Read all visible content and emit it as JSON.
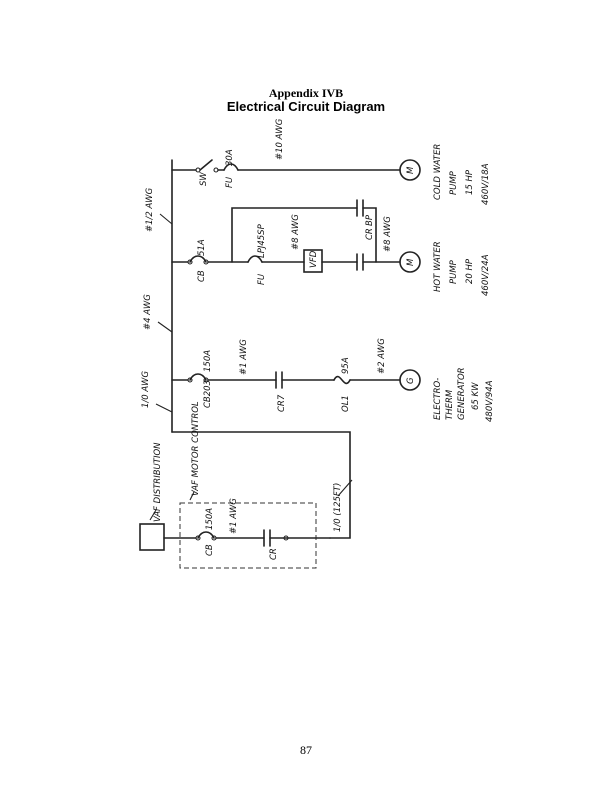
{
  "header": {
    "appendix": "Appendix IVB",
    "title": "Electrical Circuit Diagram"
  },
  "page_number": "87",
  "diagram": {
    "cold_water": {
      "sw": "SW",
      "fu": "FU",
      "fuse_rating": "30A",
      "wire": "#10 AWG",
      "motor": "M",
      "load_lines": [
        "COLD WATER",
        "PUMP",
        "15 HP",
        "460V/18A"
      ]
    },
    "hot_water": {
      "cb": "CB",
      "cb_rating": "51A",
      "fu": "FU",
      "fu_label": "LPJ45SP",
      "wire_a": "#8 AWG",
      "vfd": "VFD",
      "cr": "CR",
      "bp": "BP",
      "wire_b": "#8 AWG",
      "motor": "M",
      "load_lines": [
        "HOT WATER",
        "PUMP",
        "20 HP",
        "460V/24A"
      ]
    },
    "generator": {
      "cb": "CB203",
      "cb_rating": "150A",
      "wire_a": "#1 AWG",
      "cr": "CR7",
      "ol": "OL1",
      "ol_rating": "95A",
      "wire_b": "#2 AWG",
      "gen": "G",
      "load_lines": [
        "ELECTRO-",
        "THERM",
        "GENERATOR",
        "65 KW",
        "480V/94A"
      ]
    },
    "bus_wires": {
      "w1": "#1/2 AWG",
      "w2": "#4 AWG",
      "w3": "1/0 AWG"
    },
    "vaf": {
      "distribution": "VAF DISTRIBUTION",
      "motor_control": "VAF MOTOR CONTROL",
      "cb": "CB",
      "cb_rating": "150A",
      "wire": "#1 AWG",
      "cr": "CR",
      "feeder": "1/0 (125FT)"
    }
  }
}
